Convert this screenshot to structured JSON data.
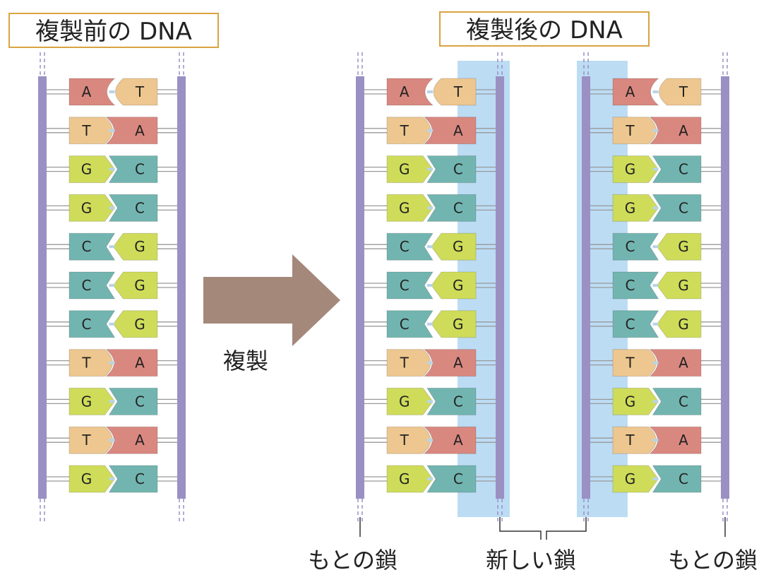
{
  "titles": {
    "before": "複製前の DNA",
    "after": "複製後の DNA"
  },
  "arrow_label": "複製",
  "captions": {
    "original_left": "もとの鎖",
    "new": "新しい鎖",
    "original_right": "もとの鎖"
  },
  "pairs": [
    [
      "A",
      "T"
    ],
    [
      "T",
      "A"
    ],
    [
      "G",
      "C"
    ],
    [
      "G",
      "C"
    ],
    [
      "C",
      "G"
    ],
    [
      "C",
      "G"
    ],
    [
      "C",
      "G"
    ],
    [
      "T",
      "A"
    ],
    [
      "G",
      "C"
    ],
    [
      "T",
      "A"
    ],
    [
      "G",
      "C"
    ]
  ],
  "colors": {
    "A": "#d98880",
    "T": "#edc78f",
    "G": "#cfdc5a",
    "C": "#72b5b0",
    "backbone": "#9a90c4",
    "highlight": "#bcdcf4",
    "arrow": "#a4887a",
    "title_border": "#d9a441"
  }
}
